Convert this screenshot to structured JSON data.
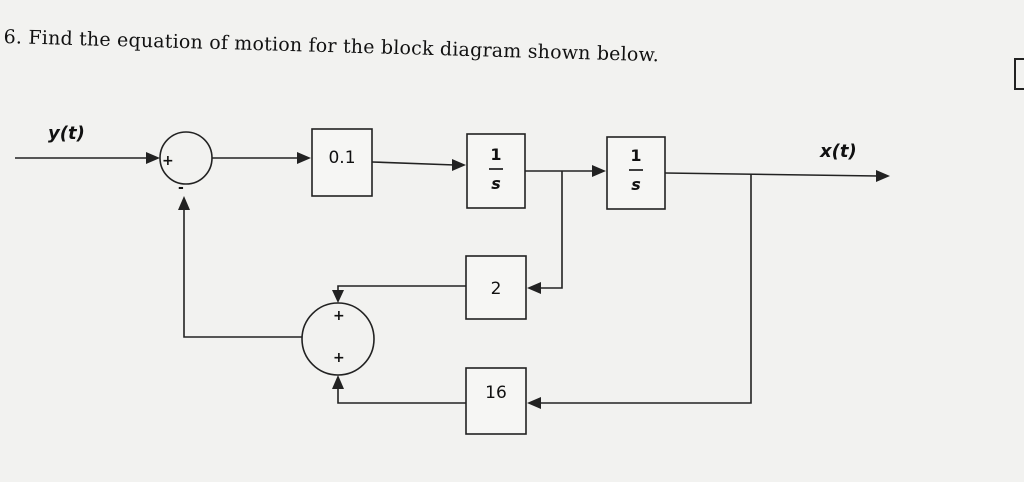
{
  "question": {
    "number": "6.",
    "text": "Find the equation of motion for the block diagram shown below."
  },
  "diagram": {
    "input_signal": "y(t)",
    "output_signal": "x(t)",
    "summer1": {
      "plus": "+",
      "minus": "-"
    },
    "summer2": {
      "plus_top": "+",
      "plus_bottom": "+"
    },
    "blocks": {
      "gain": "0.1",
      "integrator1": {
        "num": "1",
        "den": "s"
      },
      "integrator2": {
        "num": "1",
        "den": "s"
      },
      "feedback_gain_2": "2",
      "feedback_gain_16": "16"
    }
  }
}
